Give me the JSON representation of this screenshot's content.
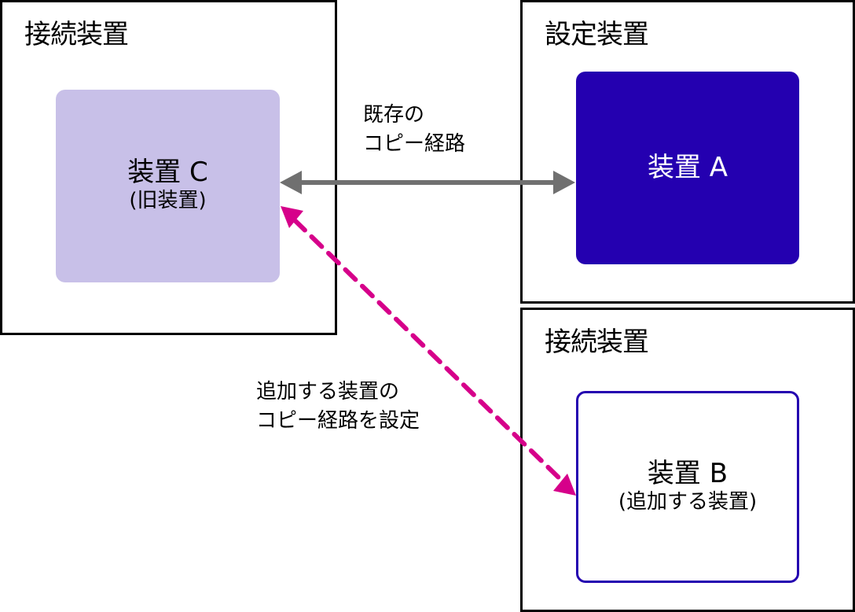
{
  "frames": {
    "connected_top": {
      "title": "接続装置"
    },
    "setting": {
      "title": "設定装置"
    },
    "connected_bottom": {
      "title": "接続装置"
    }
  },
  "devices": {
    "c": {
      "name": "装置 C",
      "sub": "(旧装置)"
    },
    "a": {
      "name": "装置 A"
    },
    "b": {
      "name": "装置 B",
      "sub": "(追加する装置)"
    }
  },
  "labels": {
    "existing_path": [
      "既存の",
      "コピー経路"
    ],
    "new_path": [
      "追加する装置の",
      "コピー経路を設定"
    ]
  },
  "colors": {
    "device_c_fill": "#c8c0e8",
    "device_a_fill": "#2400b0",
    "device_b_border": "#2400b0",
    "existing_arrow": "#707070",
    "new_arrow": "#d6008a"
  }
}
